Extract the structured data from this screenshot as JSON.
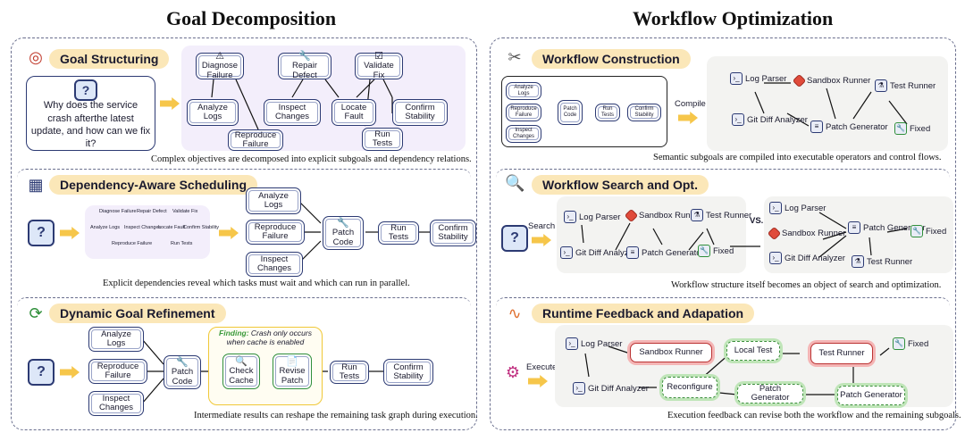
{
  "titles": {
    "left": "Goal Decomposition",
    "right": "Workflow Optimization"
  },
  "left": {
    "s1": {
      "title": "Goal Structuring",
      "question": "Why does the service crash afterthe latest update, and how can we fix it?",
      "nodes": [
        "Diagnose Failure",
        "Repair Defect",
        "Validate Fix",
        "Analyze Logs",
        "Inspect Changes",
        "Locate Fault",
        "Confirm Stability",
        "Reproduce Failure",
        "Run Tests"
      ],
      "caption": "Complex objectives are decomposed into explicit subgoals and dependency relations."
    },
    "s2": {
      "title": "Dependency-Aware Scheduling",
      "mini": [
        "Diagnose Failure",
        "Repair Defect",
        "Validate Fix",
        "Analyze Logs",
        "Inspect Changes",
        "Locate Fault",
        "Confirm Stability",
        "Reproduce Failure",
        "Run Tests"
      ],
      "nodes": [
        "Analyze Logs",
        "Reproduce Failure",
        "Inspect Changes",
        "Patch Code",
        "Run Tests",
        "Confirm Stability"
      ],
      "caption": "Explicit dependencies reveal which tasks must wait and which can run in parallel."
    },
    "s3": {
      "title": "Dynamic Goal Refinement",
      "nodes": [
        "Analyze Logs",
        "Reproduce Failure",
        "Inspect Changes",
        "Patch Code",
        "Check Cache",
        "Revise Patch",
        "Run Tests",
        "Confirm Stability"
      ],
      "finding_label": "Finding:",
      "finding_text": "Crash only occurs when cache is enabled",
      "caption": "Intermediate results can reshape the remaining task graph during execution."
    }
  },
  "right": {
    "s1": {
      "title": "Workflow Construction",
      "mini": [
        "Analyze Logs",
        "Reproduce Failure",
        "Inspect Changes",
        "Patch Code",
        "Run Tests",
        "Confirm Stability"
      ],
      "compile": "Compile",
      "ops": [
        "Log Parser",
        "Sandbox Runner",
        "Test Runner",
        "Git Diff Analyzer",
        "Patch Generator",
        "Fixed"
      ],
      "caption": "Semantic subgoals are compiled into executable operators and control flows."
    },
    "s2": {
      "title": "Workflow Search and Opt.",
      "search": "Search",
      "vs": "VS.",
      "opsA": [
        "Log Parser",
        "Sandbox Runner",
        "Test Runner",
        "Git Diff Analyzer",
        "Patch Generator",
        "Fixed"
      ],
      "opsB": [
        "Log Parser",
        "Sandbox Runner",
        "Git Diff Analyzer",
        "Patch Generator",
        "Test Runner",
        "Fixed"
      ],
      "caption": "Workflow structure itself becomes an object of search and optimization."
    },
    "s3": {
      "title": "Runtime Feedback and Adapation",
      "execute": "Execute",
      "ops": [
        "Log Parser",
        "Sandbox Runner",
        "Git Diff Analyzer",
        "Reconfigure",
        "Local Test",
        "Patch Generator",
        "Test Runner",
        "Patch Generator",
        "Fixed"
      ],
      "caption": "Execution feedback can revise both the workflow and the remaining subgoals."
    }
  },
  "colors": {
    "node_border": "#2c3a73",
    "title_bg": "#fbe7b8",
    "arrow": "#f6c64a",
    "red_highlight": "#f4b5b5",
    "green_highlight": "#bfe5b8"
  }
}
